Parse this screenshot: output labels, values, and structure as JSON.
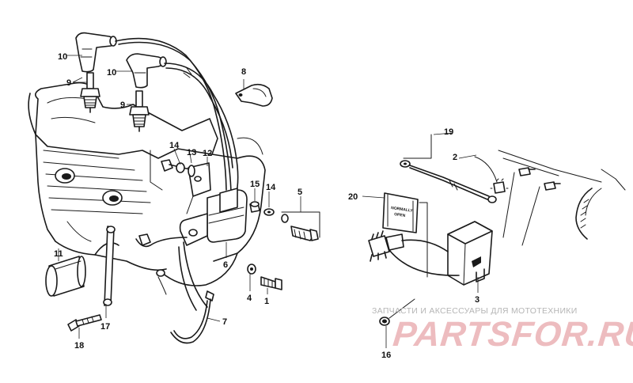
{
  "parts": [
    "1",
    "2",
    "3",
    "4",
    "5",
    "6",
    "7",
    "8",
    "9",
    "10",
    "11",
    "12",
    "13",
    "14",
    "15",
    "16",
    "17",
    "18",
    "19",
    "20"
  ],
  "decal_text": [
    "NORMALLY",
    "OPEN"
  ],
  "watermark": {
    "caption": "ЗАПЧАСТИ И АКСЕССУАРЫ ДЛЯ МОТОТЕХНИКИ",
    "logo": "PARTSFOR.RU"
  },
  "colors": {
    "ink": "#1a1a1a",
    "watermark_logo": "#e8a6aa",
    "watermark_caption": "#b5b5b5"
  }
}
